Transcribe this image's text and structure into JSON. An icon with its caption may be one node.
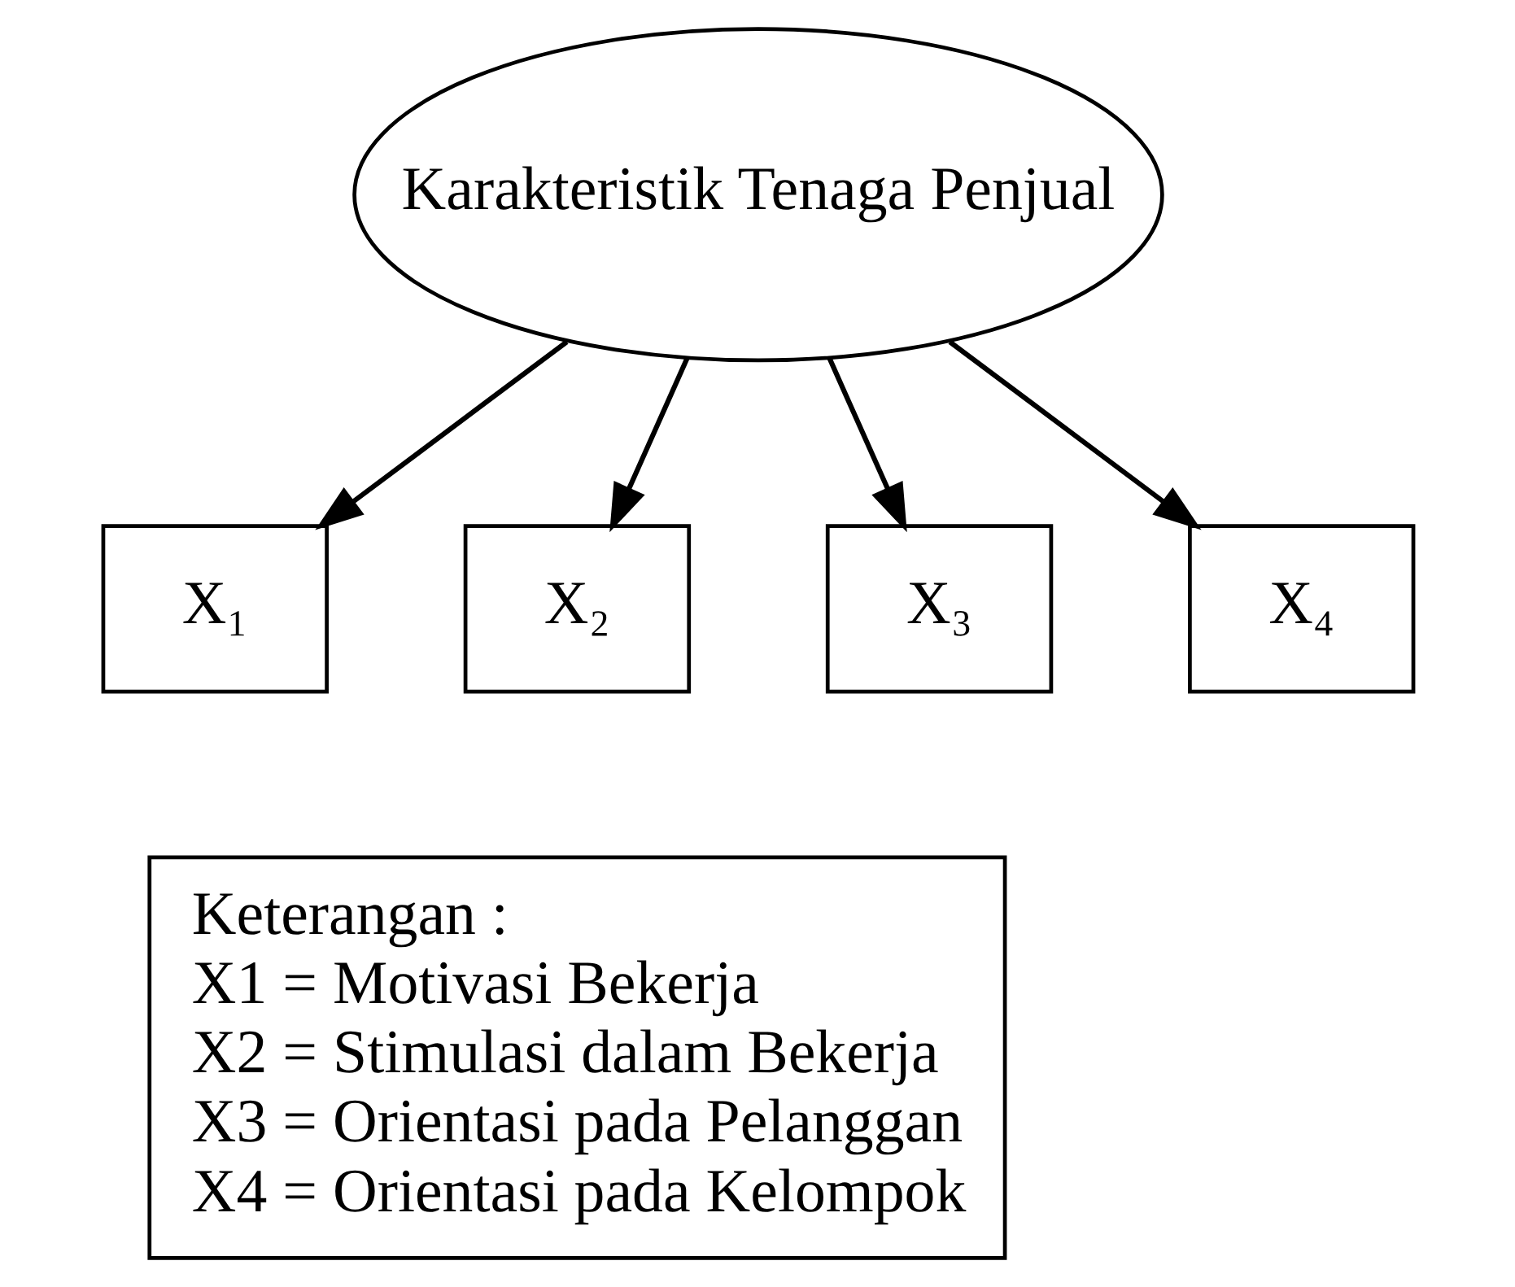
{
  "diagram": {
    "nodes": [
      {
        "text": [
          "Karakteristik Tenaga Penjual"
        ]
      },
      {
        "text": [
          "X₁"
        ]
      },
      {
        "text": [
          "X₂"
        ]
      },
      {
        "text": [
          "X₃"
        ]
      },
      {
        "text": [
          "X₄"
        ]
      },
      {
        "text": [
          "Keterangan :",
          "X1 = Motivasi Bekerja",
          "X2 = Stimulasi dalam Bekerja",
          "X3 = Orientasi pada Pelanggan",
          "X4 = Orientasi pada Kelompok"
        ]
      }
    ],
    "edges": [
      {
        "from": 0,
        "to": 1,
        "arrow": "to"
      },
      {
        "from": 0,
        "to": 2,
        "arrow": "to"
      },
      {
        "from": 0,
        "to": 3,
        "arrow": "to"
      },
      {
        "from": 0,
        "to": 4,
        "arrow": "to"
      }
    ]
  }
}
